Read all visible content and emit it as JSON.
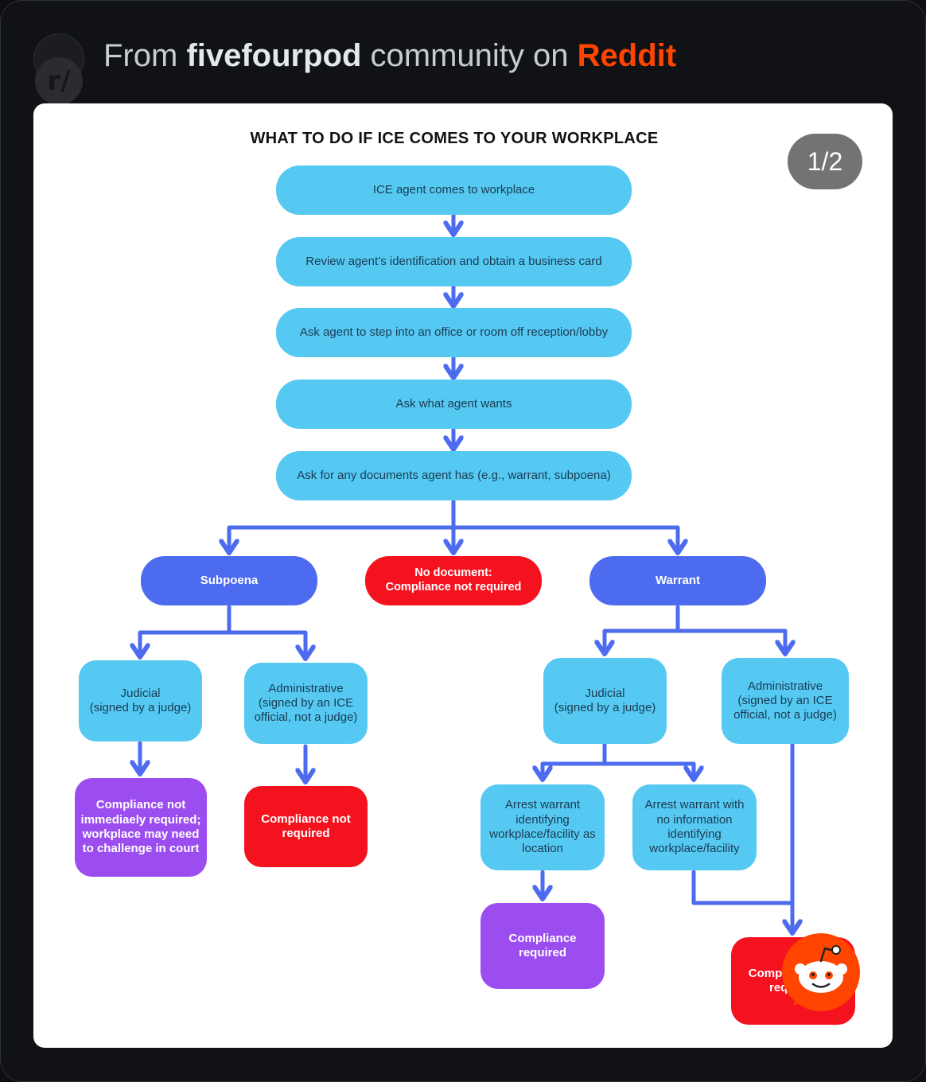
{
  "header": {
    "avatar_glyph": "r/",
    "prefix": "From ",
    "subreddit": "fivefourpod",
    "middle": " community on ",
    "brand": "Reddit",
    "brand_color": "#ff4500"
  },
  "post": {
    "counter": "1/2"
  },
  "flowchart": {
    "title": "WHAT TO DO IF ICE COMES TO YOUR WORKPLACE",
    "steps": [
      "ICE agent comes to workplace",
      "Review agent’s identification and obtain a business card",
      "Ask agent to step into an office or room off reception/lobby",
      "Ask what agent wants",
      "Ask for any documents agent has (e.g., warrant, subpoena)"
    ],
    "branches": {
      "subpoena": "Subpoena",
      "no_document": "No document:\nCompliance not required",
      "warrant": "Warrant"
    },
    "subpoena": {
      "judicial": "Judicial\n(signed by a judge)",
      "administrative": "Administrative\n(signed by an ICE\nofficial, not a judge)",
      "judicial_outcome": "Compliance not\nimmediaely required;\nworkplace may need\nto challenge in court",
      "administrative_outcome": "Compliance not\nrequired"
    },
    "warrant": {
      "judicial": "Judicial\n(signed by a judge)",
      "administrative": "Administrative\n(signed by an ICE\nofficial, not a judge)",
      "arrest_with_location": "Arrest warrant\nidentifying\nworkplace/facility as\nlocation",
      "arrest_no_location": "Arrest warrant with\nno information\nidentifying\nworkplace/facility",
      "location_outcome": "Compliance\nrequired",
      "final_outcome": "Compliance not\nrequired"
    },
    "colors": {
      "step": "#56c9f3",
      "branch": "#4d6bef",
      "not_required": "#f4121f",
      "required": "#9c4df0",
      "connector": "#4d6bef"
    }
  },
  "icons": [
    "reddit-snoo-icon"
  ]
}
